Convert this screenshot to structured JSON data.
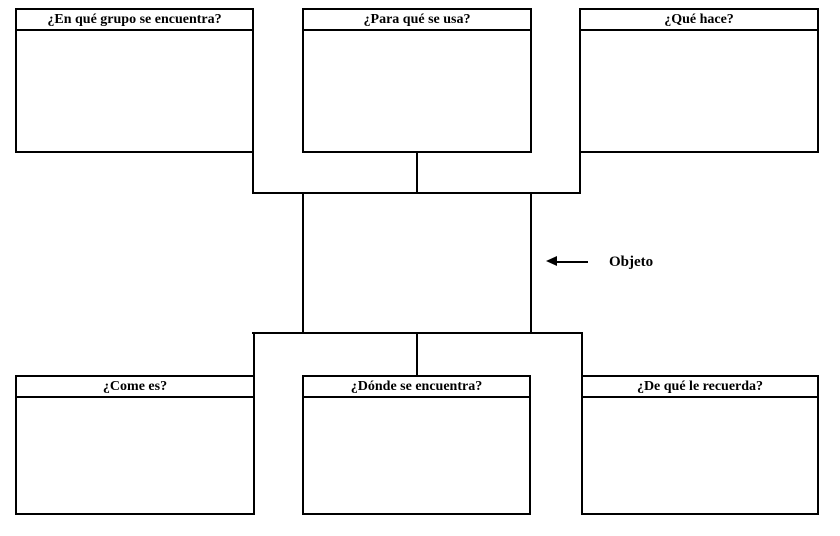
{
  "page": {
    "background_color": "#ffffff",
    "line_color": "#000000",
    "text_color": "#000000"
  },
  "boxes": [
    {
      "label": "¿En qué grupo se encuentra?"
    },
    {
      "label": "¿Para qué se usa?"
    },
    {
      "label": "¿Qué hace?"
    },
    {
      "label": "¿Come es?"
    },
    {
      "label": "¿Dónde se encuentra?"
    },
    {
      "label": "¿De qué le recuerda?"
    }
  ],
  "object_pointer": {
    "label": "Objeto"
  }
}
